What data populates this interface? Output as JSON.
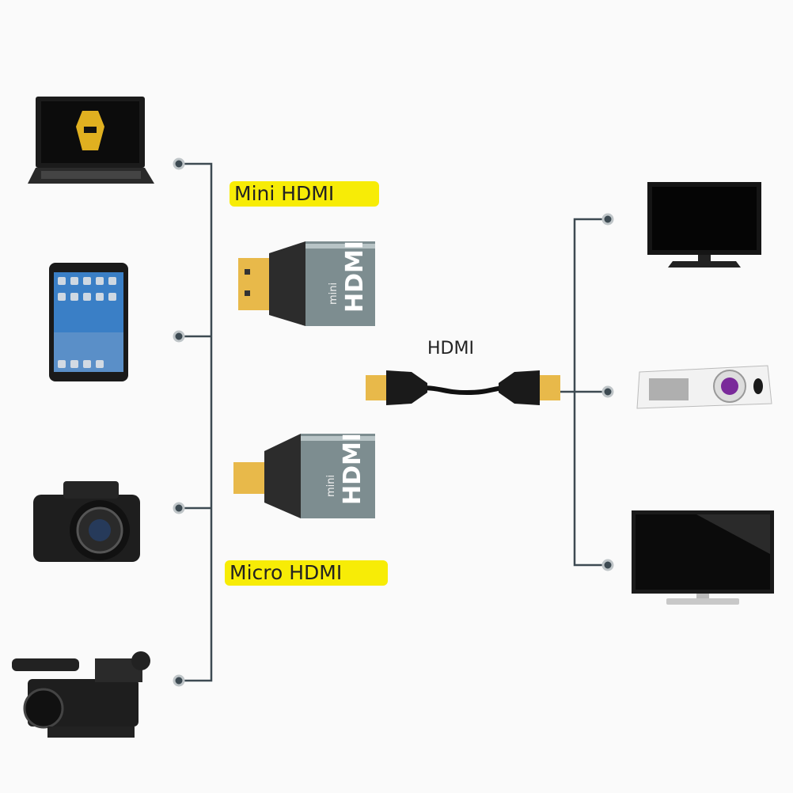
{
  "labels": {
    "mini_hdmi": "Mini HDMI",
    "micro_hdmi": "Micro HDMI",
    "hdmi_cable": "HDMI"
  },
  "adapter_logo": {
    "small": "mini",
    "large": "HDMI"
  },
  "source_devices": [
    "laptop",
    "tablet",
    "camera",
    "camcorder"
  ],
  "display_devices": [
    "tv",
    "projector",
    "monitor"
  ],
  "colors": {
    "highlight": "#f7ec06",
    "line": "#3d4a52",
    "adapter_body": "#7d8d90",
    "gold": "#e8b94a"
  }
}
